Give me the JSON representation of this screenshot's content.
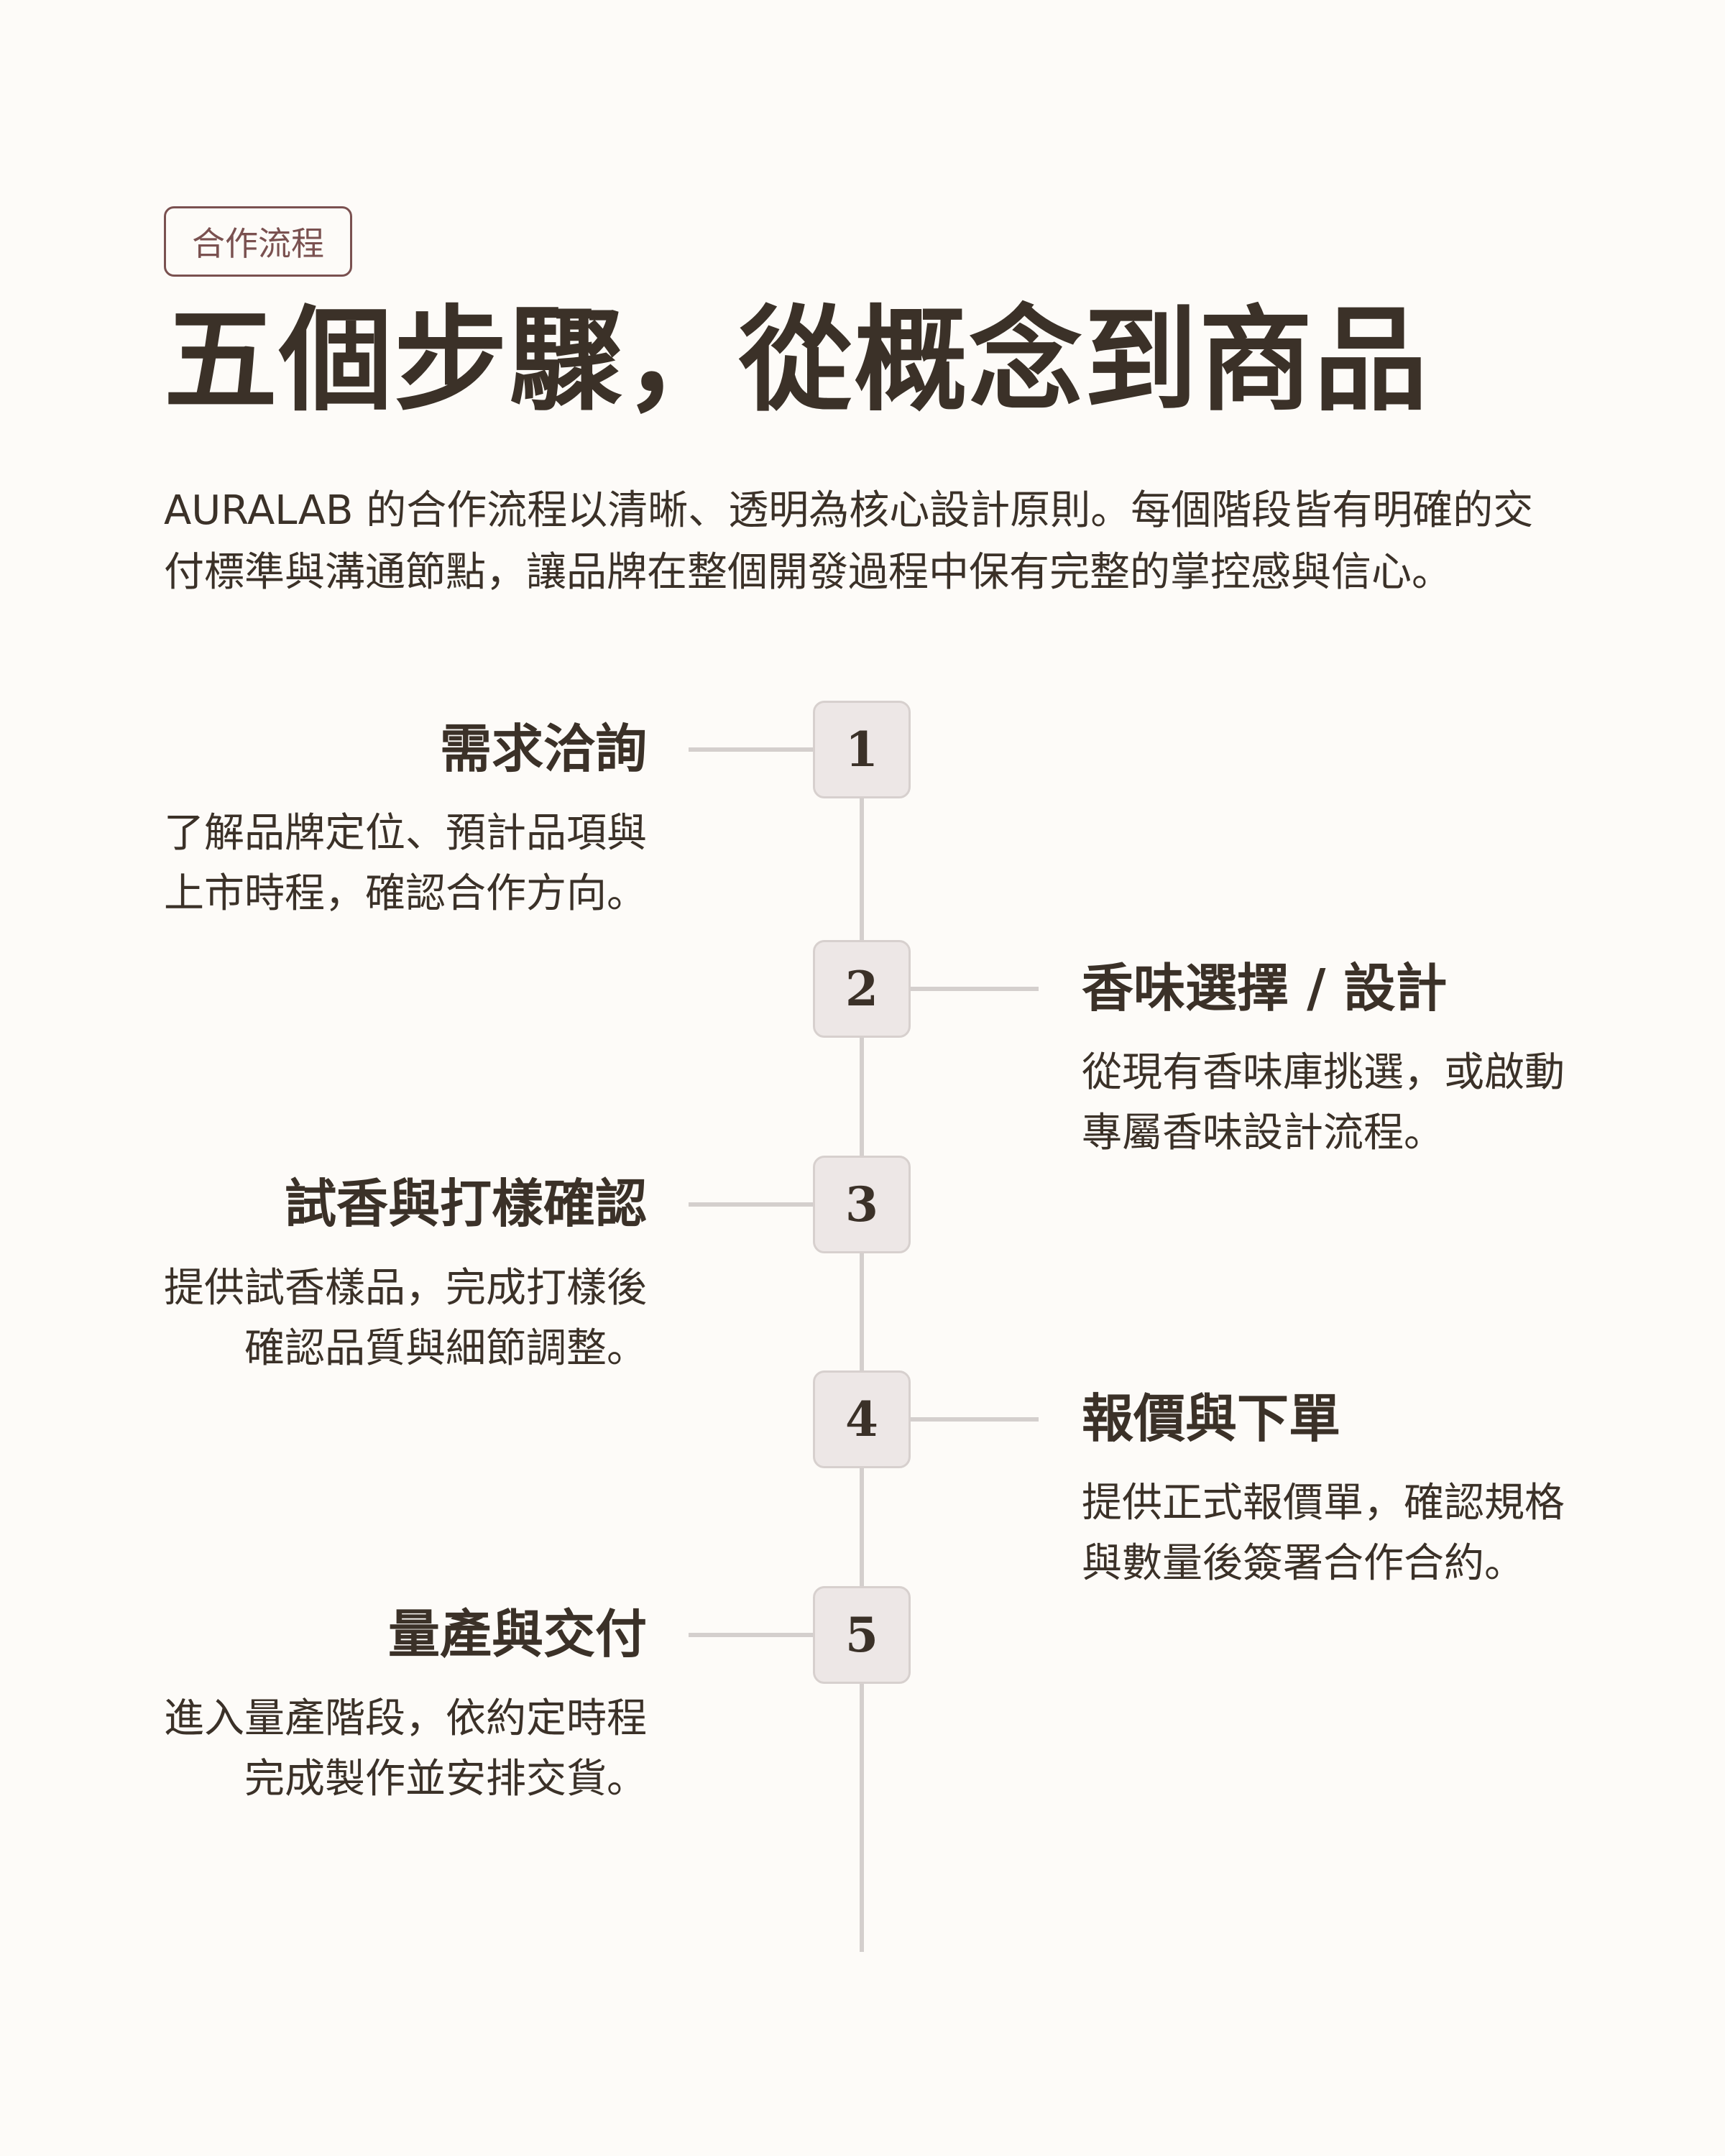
{
  "header": {
    "tag": "合作流程",
    "title": "五個步驟，從概念到商品",
    "intro": "AURALAB 的合作流程以清晰、透明為核心設計原則。每個階段皆有明確的交付標準與溝通節點，讓品牌在整個開發過程中保有完整的掌控感與信心。"
  },
  "steps": [
    {
      "number": "1",
      "title": "需求洽詢",
      "desc": "了解品牌定位、預計品項與上市時程，確認合作方向。",
      "side": "left"
    },
    {
      "number": "2",
      "title": "香味選擇 / 設計",
      "desc": "從現有香味庫挑選，或啟動專屬香味設計流程。",
      "side": "right"
    },
    {
      "number": "3",
      "title": "試香與打樣確認",
      "desc": "提供試香樣品，完成打樣後確認品質與細節調整。",
      "side": "left"
    },
    {
      "number": "4",
      "title": "報價與下單",
      "desc": "提供正式報價單，確認規格與數量後簽署合作合約。",
      "side": "right"
    },
    {
      "number": "5",
      "title": "量產與交付",
      "desc": "進入量產階段，依約定時程完成製作並安排交貨。",
      "side": "left"
    }
  ],
  "colors": {
    "background": "#fdfbf8",
    "text": "#3b3128",
    "accent": "#7a5150",
    "line": "#d4cfcd",
    "node_fill": "#ede7e6"
  }
}
